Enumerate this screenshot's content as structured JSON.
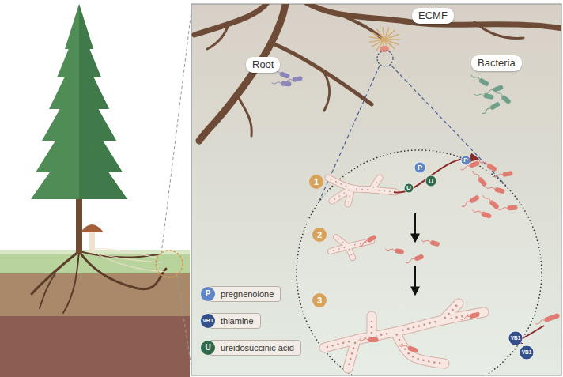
{
  "diagram": {
    "nodes": [
      {
        "text": [
          "ECMF"
        ]
      },
      {
        "text": [
          "Root"
        ]
      },
      {
        "text": [
          "Bacteria"
        ]
      },
      {
        "text": [
          "1"
        ]
      },
      {
        "text": [
          "2"
        ]
      },
      {
        "text": [
          "3"
        ]
      }
    ],
    "labels": [
      "P",
      "U",
      "P",
      "U",
      "VB1",
      "VB1",
      "P",
      "VB1",
      "U"
    ],
    "legend": [
      {
        "text": "pregnenolone",
        "color": "#5f86c6"
      },
      {
        "text": "thiamine",
        "color": "#34508a"
      },
      {
        "text": "ureidosuccinic acid",
        "color": "#2f6b4b"
      }
    ]
  }
}
